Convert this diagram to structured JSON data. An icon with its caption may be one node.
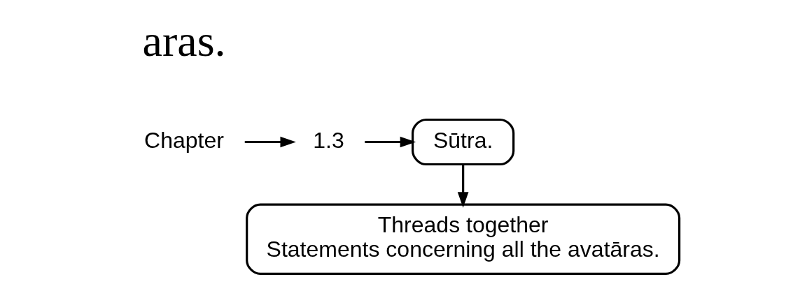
{
  "diagram": {
    "nodes": [
      {
        "text": [
          "Chapter"
        ]
      },
      {
        "text": [
          "1.3"
        ]
      },
      {
        "text": [
          "Sūtra."
        ]
      },
      {
        "text": [
          "Threads together",
          "Statements concerning all the avatāras."
        ]
      }
    ],
    "edges": [
      {
        "from": 0,
        "to": 1,
        "arrow": "to"
      },
      {
        "from": 1,
        "to": 2,
        "arrow": "to"
      },
      {
        "from": 2,
        "to": 3,
        "arrow": "to"
      }
    ],
    "labels": [
      "aras."
    ]
  }
}
